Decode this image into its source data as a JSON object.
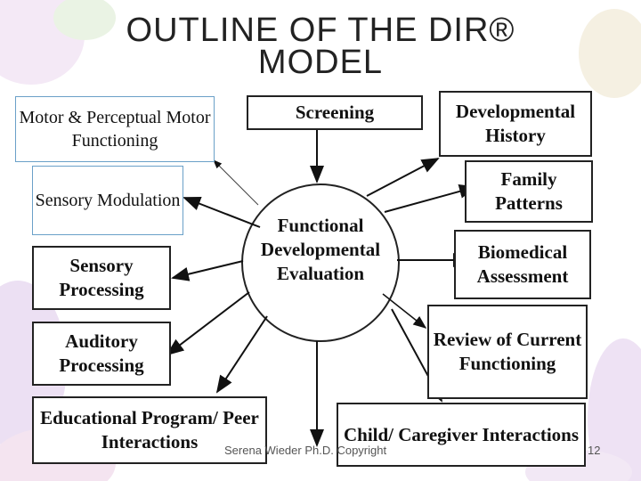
{
  "title": "OUTLINE OF THE DIR® MODEL",
  "center": "Functional Developmental Evaluation",
  "boxes": {
    "motor": "Motor & Perceptual Motor Functioning",
    "sensory_modulation": "Sensory Modulation",
    "sensory_processing": "Sensory Processing",
    "auditory_processing": "Auditory Processing",
    "educational": "Educational Program/ Peer Interactions",
    "screening": "Screening",
    "developmental_history": "Developmental History",
    "family_patterns": "Family Patterns",
    "biomedical": "Biomedical Assessment",
    "review": "Review of Current Functioning",
    "child_caregiver": "Child/ Caregiver Interactions"
  },
  "footer": {
    "author": "Serena Wieder Ph.D. Copyright",
    "page": "12"
  }
}
